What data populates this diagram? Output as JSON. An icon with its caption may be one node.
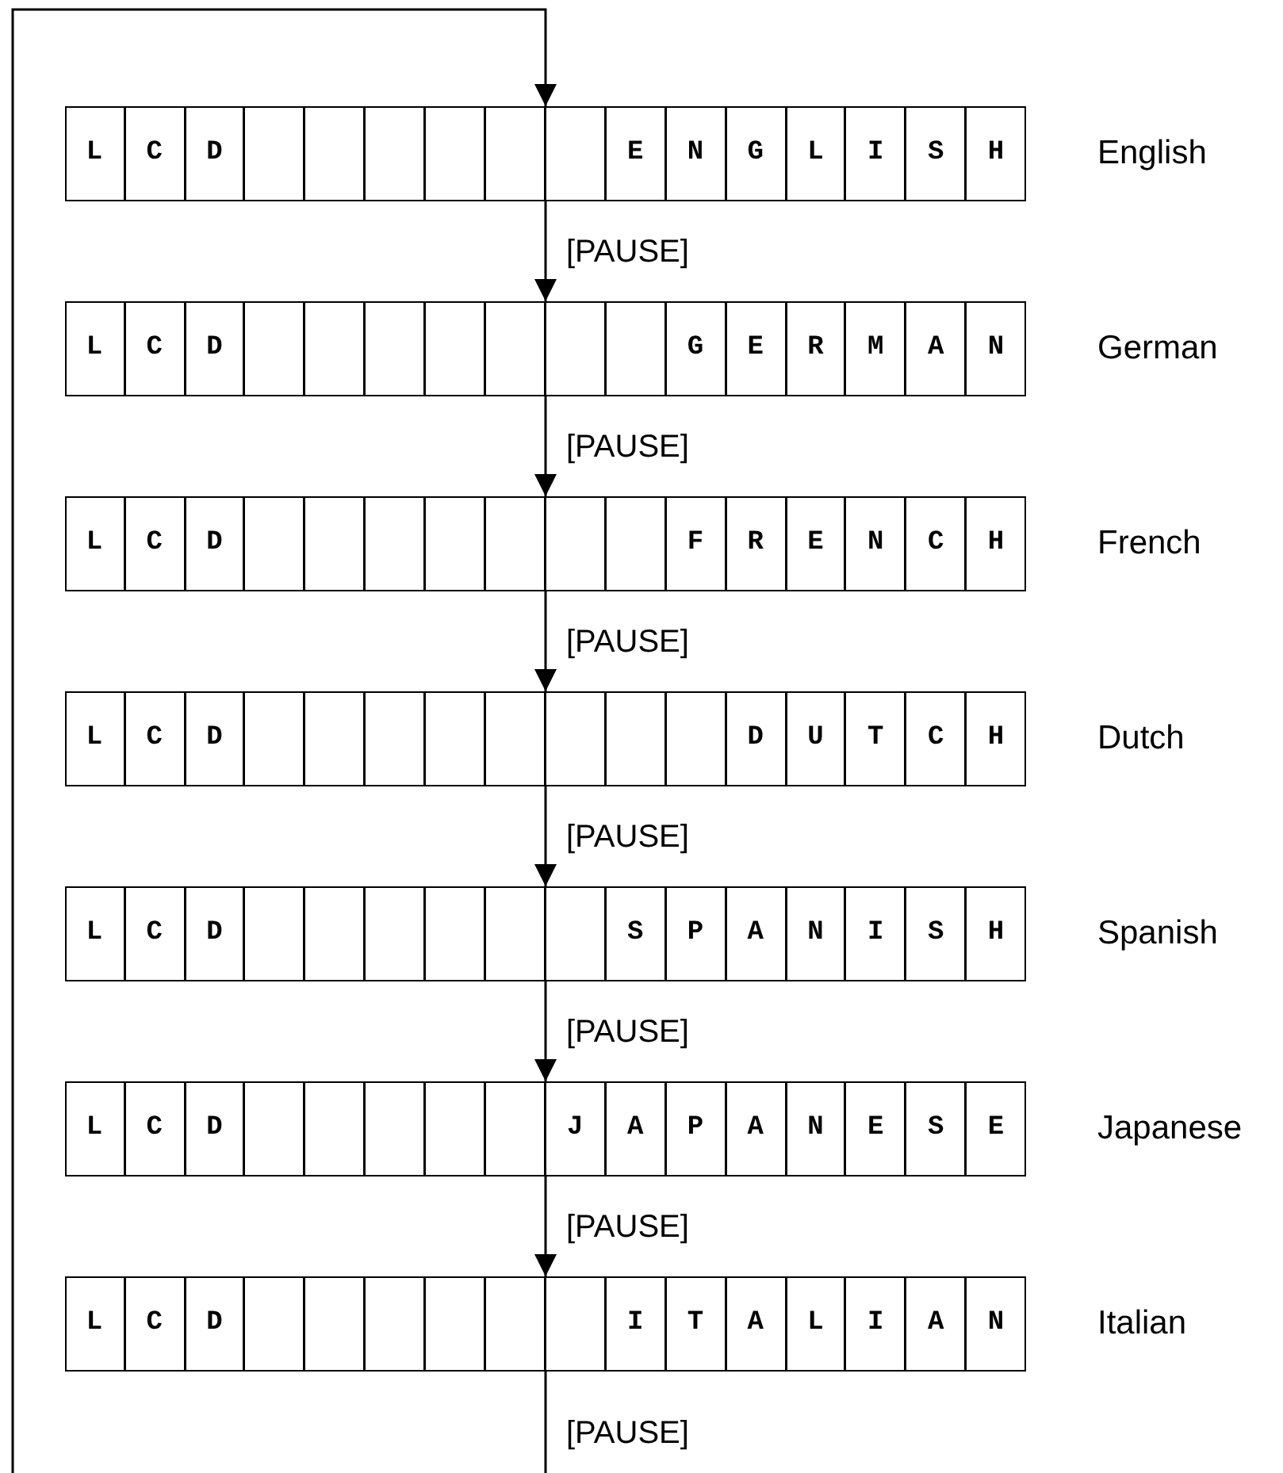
{
  "diagram": {
    "nodes": [
      {
        "text": [
          "LCD",
          "ENGLISH"
        ],
        "beside": [
          "English"
        ]
      },
      {
        "text": [
          "LCD",
          "GERMAN"
        ],
        "beside": [
          "German"
        ]
      },
      {
        "text": [
          "LCD",
          "FRENCH"
        ],
        "beside": [
          "French"
        ]
      },
      {
        "text": [
          "LCD",
          "DUTCH"
        ],
        "beside": [
          "Dutch"
        ]
      },
      {
        "text": [
          "LCD",
          "SPANISH"
        ],
        "beside": [
          "Spanish"
        ]
      },
      {
        "text": [
          "LCD",
          "JAPANESE"
        ],
        "beside": [
          "Japanese"
        ]
      },
      {
        "text": [
          "LCD",
          "ITALIAN"
        ],
        "beside": [
          "Italian"
        ]
      }
    ],
    "edges": [
      {
        "from": 0,
        "to": 1,
        "arrow": "to",
        "label": "[PAUSE]"
      },
      {
        "from": 1,
        "to": 2,
        "arrow": "to",
        "label": "[PAUSE]"
      },
      {
        "from": 2,
        "to": 3,
        "arrow": "to",
        "label": "[PAUSE]"
      },
      {
        "from": 3,
        "to": 4,
        "arrow": "to",
        "label": "[PAUSE]"
      },
      {
        "from": 4,
        "to": 5,
        "arrow": "to",
        "label": "[PAUSE]"
      },
      {
        "from": 5,
        "to": 6,
        "arrow": "to",
        "label": "[PAUSE]"
      },
      {
        "from": 6,
        "to": 0,
        "arrow": "to",
        "label": "[PAUSE]"
      }
    ]
  }
}
